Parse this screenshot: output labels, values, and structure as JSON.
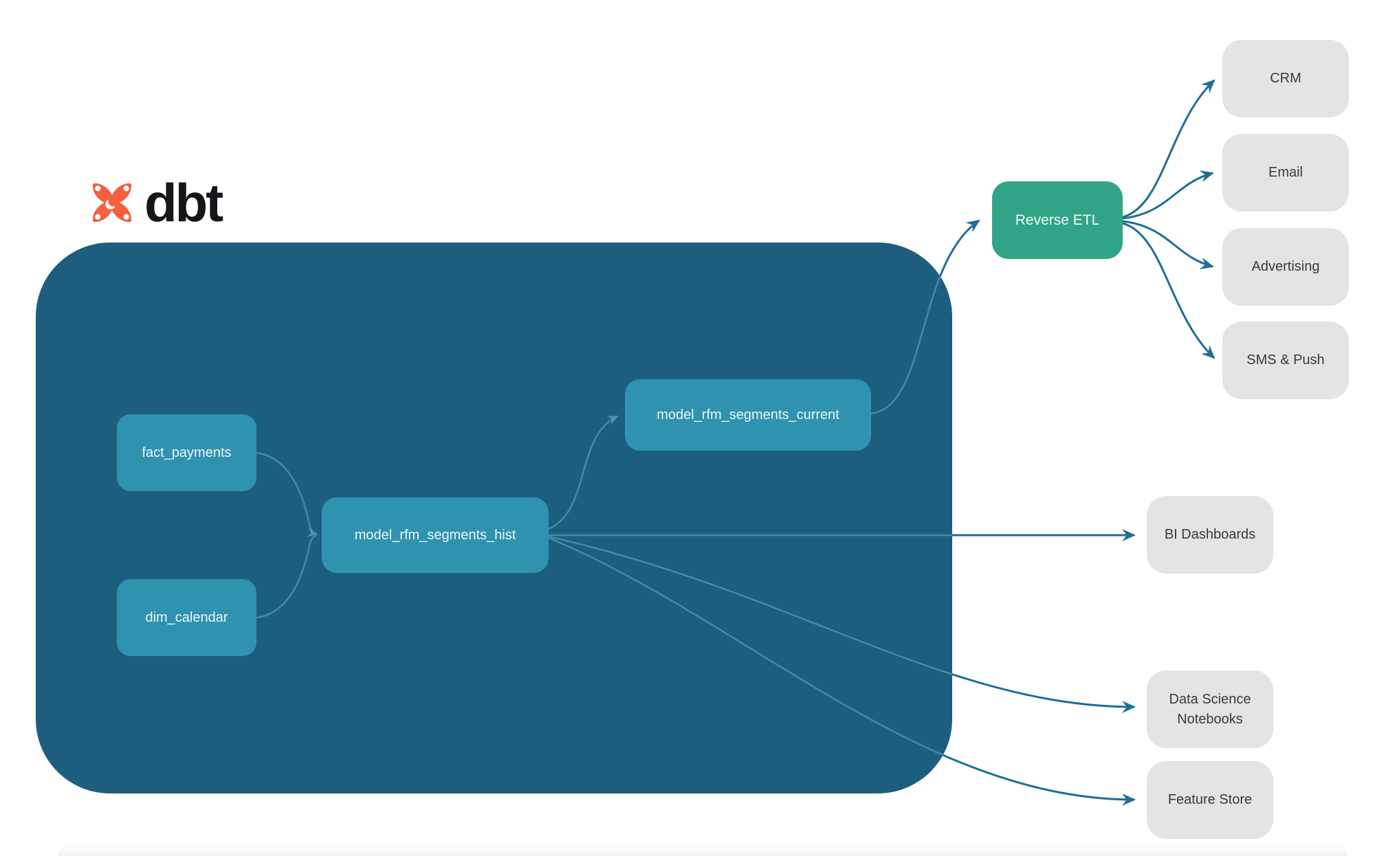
{
  "brand": {
    "name": "dbt"
  },
  "colors": {
    "container": "#1D5E7E",
    "model_node": "#2F93AF",
    "reverse_etl": "#32A486",
    "destination_box": "#E4E4E4",
    "destination_text": "#3A3A3A",
    "edge_inside": "#3E8CA8",
    "edge_outside": "#1F6E94",
    "logo_orange": "#F4603E"
  },
  "warehouse": {
    "nodes": {
      "fact_payments": {
        "label": "fact_payments"
      },
      "dim_calendar": {
        "label": "dim_calendar"
      },
      "rfm_hist": {
        "label": "model_rfm_segments_hist"
      },
      "rfm_current": {
        "label": "model_rfm_segments_current"
      }
    }
  },
  "reverse_etl": {
    "label": "Reverse ETL"
  },
  "destinations": {
    "crm": {
      "label": "CRM"
    },
    "email": {
      "label": "Email"
    },
    "advertising": {
      "label": "Advertising"
    },
    "sms_push": {
      "label": "SMS & Push"
    },
    "bi_dashboards": {
      "label": "BI Dashboards"
    },
    "data_science": {
      "label": "Data Science Notebooks"
    },
    "feature_store": {
      "label": "Feature Store"
    }
  }
}
